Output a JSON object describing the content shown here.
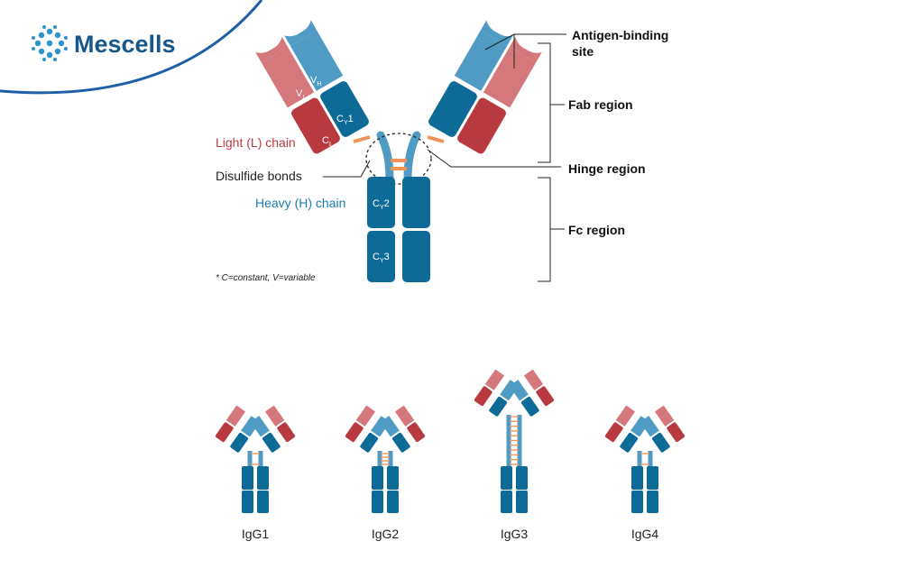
{
  "brand": {
    "name": "Mescells"
  },
  "colors": {
    "heavy_dark": "#0e6a96",
    "heavy_light": "#4f9bc4",
    "light_dark": "#b83a3f",
    "light_light": "#d4787c",
    "bond": "#f0935a",
    "brand_text": "#17588c",
    "brand_arc": "#1e5fa6"
  },
  "main_diagram": {
    "domains": {
      "vh": "V",
      "vh_sub": "H",
      "vl": "V",
      "vl_sub": "L",
      "ch1": "C",
      "ch1_sub": "Y",
      "ch1_num": "1",
      "cl": "C",
      "cl_sub": "L",
      "ch2": "C",
      "ch2_sub": "Y",
      "ch2_num": "2",
      "ch3": "C",
      "ch3_sub": "Y",
      "ch3_num": "3"
    },
    "labels": {
      "light_chain": "Light (L) chain",
      "disulfide": "Disulfide bonds",
      "heavy_chain": "Heavy (H) chain",
      "footnote": "* C=constant, V=variable"
    },
    "regions": {
      "antigen_line1": "Antigen-binding",
      "antigen_line2": "site",
      "fab": "Fab region",
      "hinge": "Hinge region",
      "fc": "Fc region"
    }
  },
  "subclasses": [
    {
      "name": "IgG1",
      "disulfide_bonds": 2
    },
    {
      "name": "IgG2",
      "disulfide_bonds": 4
    },
    {
      "name": "IgG3",
      "disulfide_bonds": 11
    },
    {
      "name": "IgG4",
      "disulfide_bonds": 2
    }
  ]
}
